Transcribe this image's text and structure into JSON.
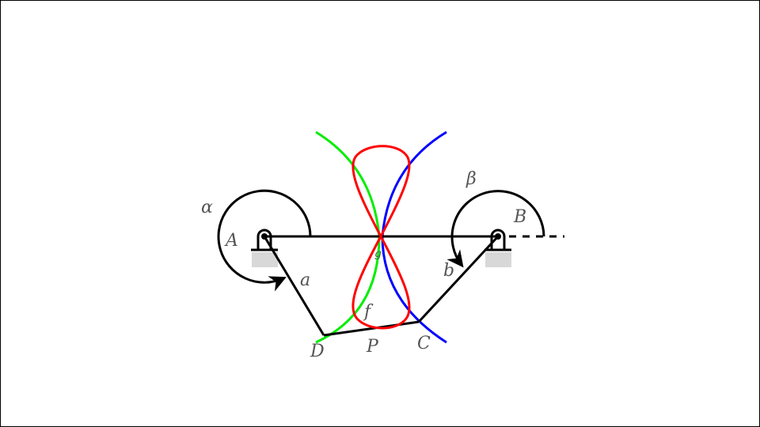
{
  "diagram": {
    "labels": {
      "alpha": "α",
      "beta": "β",
      "A": "A",
      "B": "B",
      "a": "a",
      "b": "b",
      "f": "f",
      "g": "g",
      "D": "D",
      "P": "P",
      "C": "C"
    },
    "colors": {
      "link": "#000000",
      "curve_left": "#00ee00",
      "curve_right": "#0000ff",
      "coupler_curve": "#ff0000",
      "ground": "#d8d8d8"
    }
  }
}
